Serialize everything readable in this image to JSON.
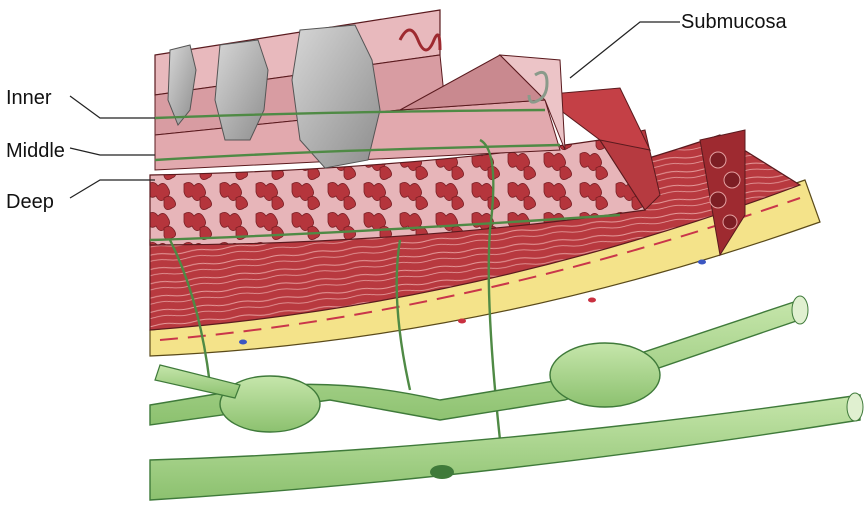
{
  "labels": {
    "inner": "Inner",
    "middle": "Middle",
    "deep": "Deep",
    "submucosa": "Submucosa"
  },
  "colors": {
    "mucosa_top": "#e8b9bd",
    "mucosa_side": "#c97f86",
    "muscle": "#b4393f",
    "muscle_light": "#d26a6e",
    "fat_band": "#f4e38a",
    "vessel": "#a8d68a",
    "vessel_dark": "#3f7a3a",
    "nerve": "#4f8a45",
    "stone": "#9a9a9a"
  }
}
